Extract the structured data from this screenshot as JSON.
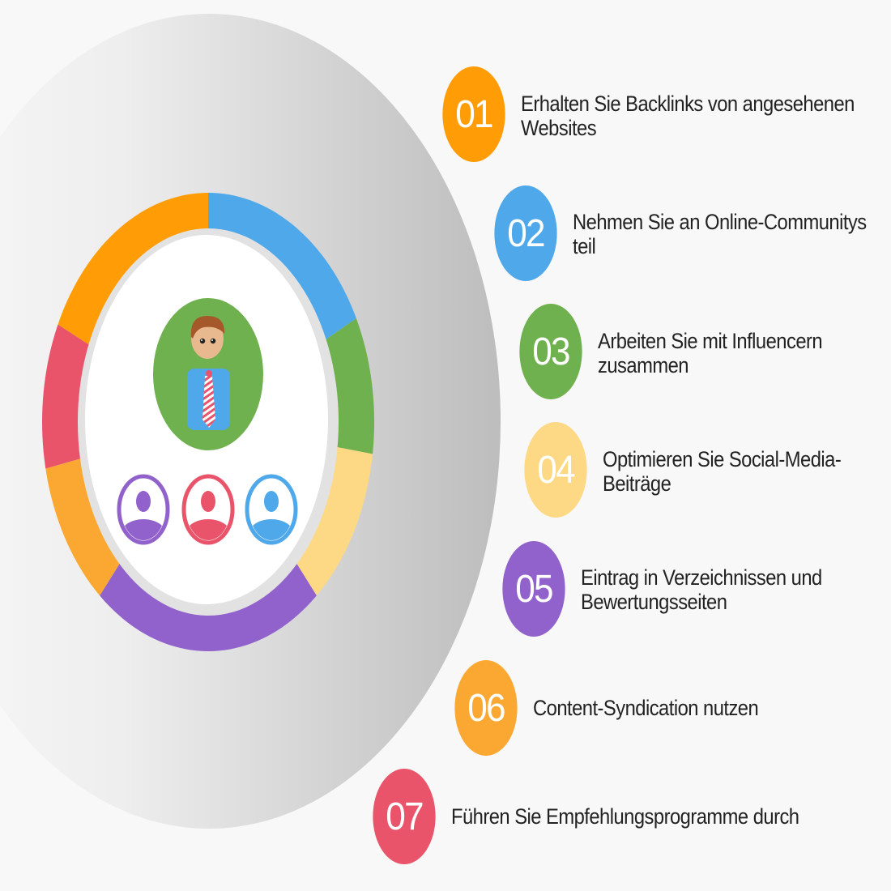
{
  "diagram": {
    "center_figure": {
      "main_person": "businessman-with-striped-tie",
      "team_icons": [
        {
          "name": "user-icon-purple",
          "color": "#9162cc"
        },
        {
          "name": "user-icon-red",
          "color": "#e9546b"
        },
        {
          "name": "user-icon-blue",
          "color": "#4fa8ea"
        }
      ]
    },
    "ring_segments": [
      {
        "color": "#4fa8ea",
        "from_deg": 0,
        "to_deg": 55
      },
      {
        "color": "#6fb04f",
        "from_deg": 55,
        "to_deg": 101
      },
      {
        "color": "#fdd985",
        "from_deg": 101,
        "to_deg": 148
      },
      {
        "color": "#9162cc",
        "from_deg": 148,
        "to_deg": 212
      },
      {
        "color": "#fba833",
        "from_deg": 212,
        "to_deg": 254
      },
      {
        "color": "#e9546b",
        "from_deg": 254,
        "to_deg": 303
      },
      {
        "color": "#ff9c06",
        "from_deg": 303,
        "to_deg": 360
      }
    ]
  },
  "steps": [
    {
      "number": "01",
      "color": "#ff9c06",
      "line1": "Erhalten Sie Backlinks von angesehenen",
      "line2": "Websites"
    },
    {
      "number": "02",
      "color": "#4fa8ea",
      "line1": "Nehmen Sie an Online-Communitys",
      "line2": "teil"
    },
    {
      "number": "03",
      "color": "#6fb04f",
      "line1": "Arbeiten Sie mit Influencern",
      "line2": "zusammen"
    },
    {
      "number": "04",
      "color": "#fdd985",
      "line1": "Optimieren Sie Social-Media-",
      "line2": "Beiträge"
    },
    {
      "number": "05",
      "color": "#9162cc",
      "line1": "Eintrag in Verzeichnissen und",
      "line2": "Bewertungsseiten"
    },
    {
      "number": "06",
      "color": "#fba833",
      "line1": "Content-Syndication nutzen",
      "line2": ""
    },
    {
      "number": "07",
      "color": "#e9546b",
      "line1": "Führen Sie Empfehlungsprogramme durch",
      "line2": ""
    }
  ]
}
